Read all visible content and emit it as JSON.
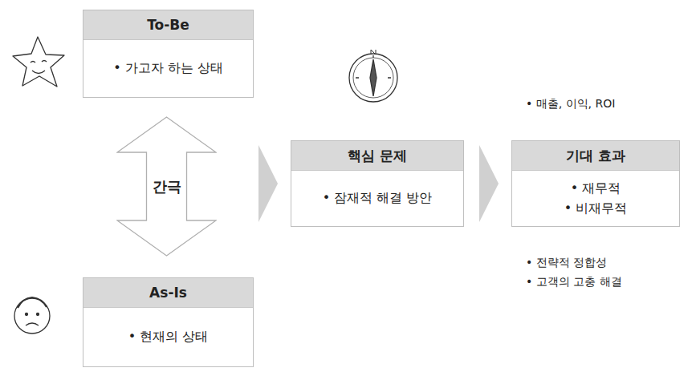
{
  "diagram": {
    "nodes": [
      {
        "text": [
          "To-Be",
          "• 가고자 하는 상태"
        ]
      },
      {
        "text": [
          "간극"
        ]
      },
      {
        "text": [
          "As-Is",
          "• 현재의 상태"
        ]
      },
      {
        "text": [
          "핵심 문제",
          "• 잠재적 해결 방안"
        ]
      },
      {
        "text": [
          "기대 효과",
          "• 재무적",
          "• 비재무적"
        ]
      }
    ],
    "edges": [
      {
        "from": 1,
        "to": 3,
        "arrow": "to"
      },
      {
        "from": 3,
        "to": 4,
        "arrow": "to"
      }
    ],
    "labels": [
      "• 매출, 이익, ROI",
      "• 전략적 정합성",
      "• 고객의 고충 해결"
    ]
  }
}
